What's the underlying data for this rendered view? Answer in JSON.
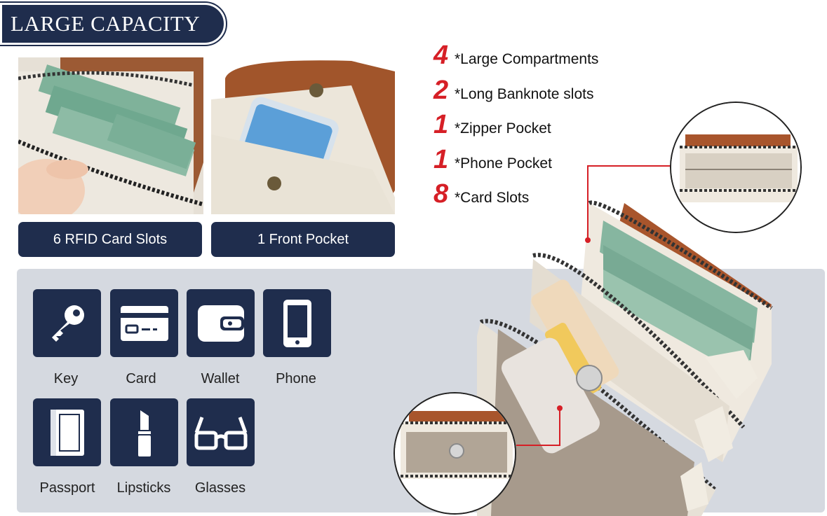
{
  "title": "LARGE CAPACITY",
  "photos": [
    {
      "caption": "6 RFID Card Slots"
    },
    {
      "caption": "1 Front Pocket"
    }
  ],
  "features": [
    {
      "count": "4",
      "label": "*Large Compartments"
    },
    {
      "count": "2",
      "label": "*Long Banknote slots"
    },
    {
      "count": "1",
      "label": "*Zipper Pocket"
    },
    {
      "count": "1",
      "label": "*Phone Pocket"
    },
    {
      "count": "8",
      "label": "*Card Slots"
    }
  ],
  "items": [
    {
      "label": "Key",
      "icon": "key-icon"
    },
    {
      "label": "Card",
      "icon": "card-icon"
    },
    {
      "label": "Wallet",
      "icon": "wallet-icon"
    },
    {
      "label": "Phone",
      "icon": "phone-icon"
    },
    {
      "label": "Passport",
      "icon": "passport-icon"
    },
    {
      "label": "Lipsticks",
      "icon": "lipstick-icon"
    },
    {
      "label": "Glasses",
      "icon": "glasses-icon"
    }
  ],
  "colors": {
    "navy": "#1f2d4d",
    "accent_red": "#d61f26",
    "panel_grey": "#d5d9e0",
    "leather_brown": "#a8552c",
    "cream": "#efe9df"
  }
}
